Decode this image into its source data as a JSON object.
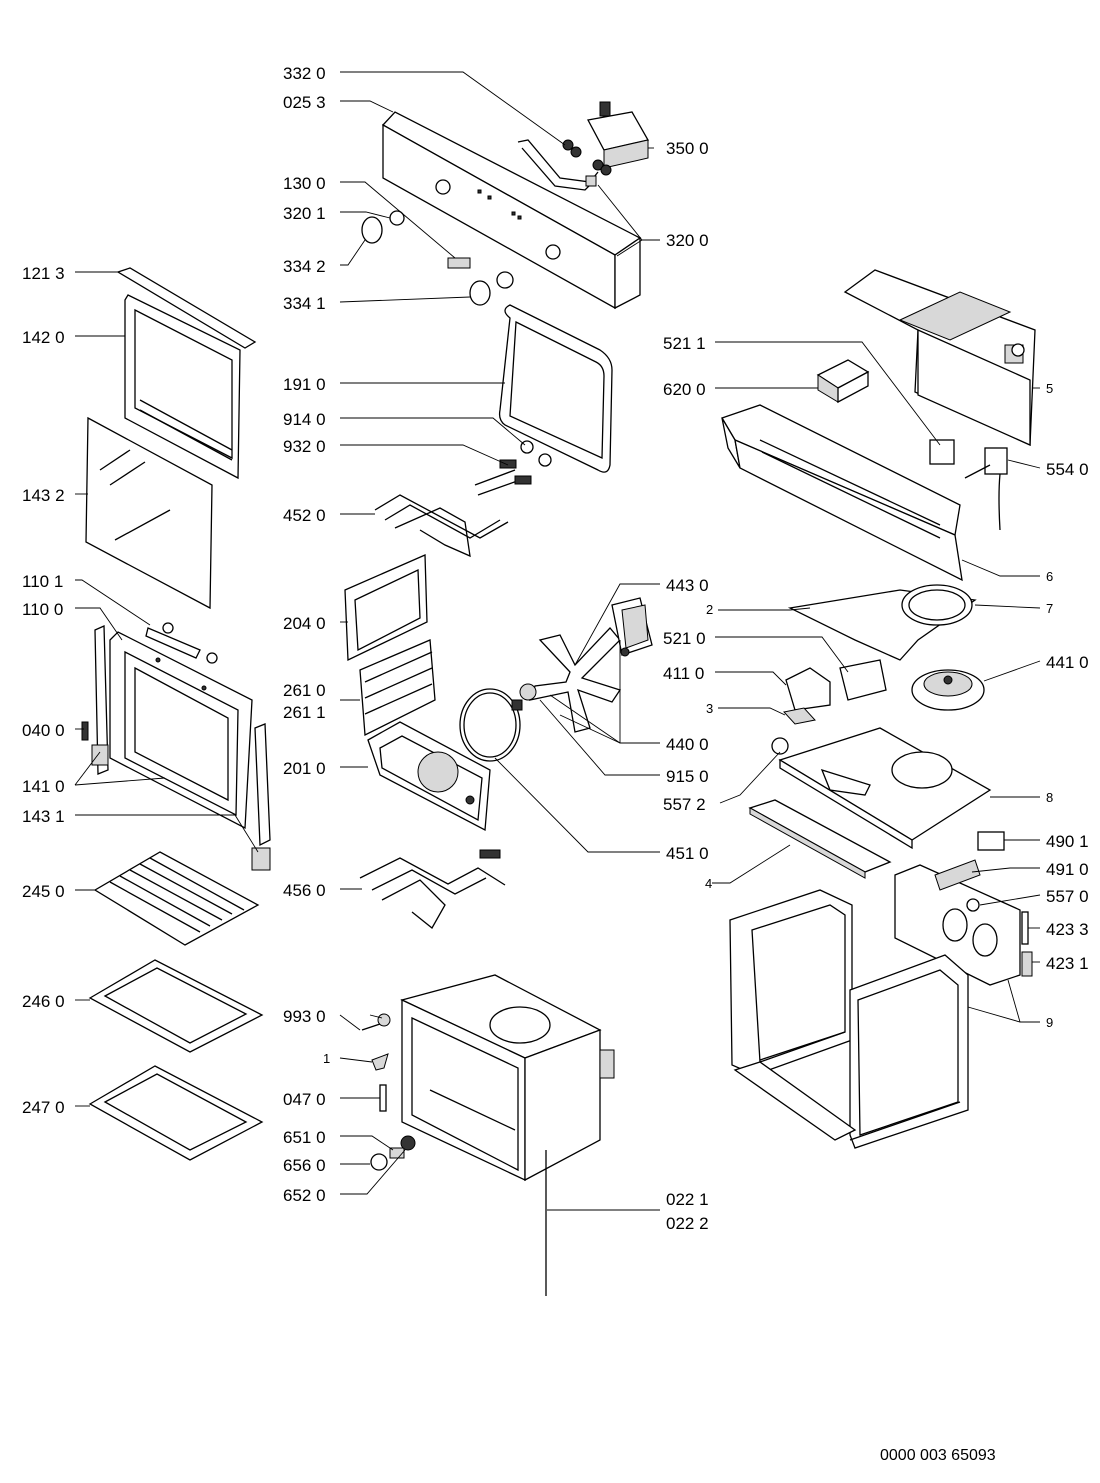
{
  "labels": {
    "p3320": "332 0",
    "p0253": "025 3",
    "p3500": "350 0",
    "p1300": "130 0",
    "p3201": "320 1",
    "p3200": "320 0",
    "p3342": "334 2",
    "p3341": "334 1",
    "p1213": "121 3",
    "p1420": "142 0",
    "p5211": "521 1",
    "p6200": "620 0",
    "p5": "5",
    "p1910": "191 0",
    "p9140": "914 0",
    "p9320": "932 0",
    "p5540": "554 0",
    "p1432": "143 2",
    "p4520": "452 0",
    "p6": "6",
    "p1101": "110 1",
    "p4430": "443 0",
    "p2": "2",
    "p7": "7",
    "p1100": "110 0",
    "p2040": "204 0",
    "p5210": "521 0",
    "p4410": "441 0",
    "p4110": "411 0",
    "p2610": "261 0",
    "p2611": "261 1",
    "p3": "3",
    "p0400": "040 0",
    "p4400": "440 0",
    "p1410": "141 0",
    "p2010": "201 0",
    "p9150": "915 0",
    "p5572": "557 2",
    "p8": "8",
    "p1431": "143 1",
    "p4510": "451 0",
    "p4901": "490 1",
    "p4910": "491 0",
    "p4": "4",
    "p2450": "245 0",
    "p4560": "456 0",
    "p5570": "557 0",
    "p4233": "423 3",
    "p4231": "423 1",
    "p2460": "246 0",
    "p9930": "993 0",
    "p9": "9",
    "p1": "1",
    "p2470": "247 0",
    "p0470": "047 0",
    "p6510": "651 0",
    "p6560": "656 0",
    "p6520": "652 0",
    "p0221": "022 1",
    "p0222": "022 2"
  },
  "document_number": "0000 003 65093"
}
